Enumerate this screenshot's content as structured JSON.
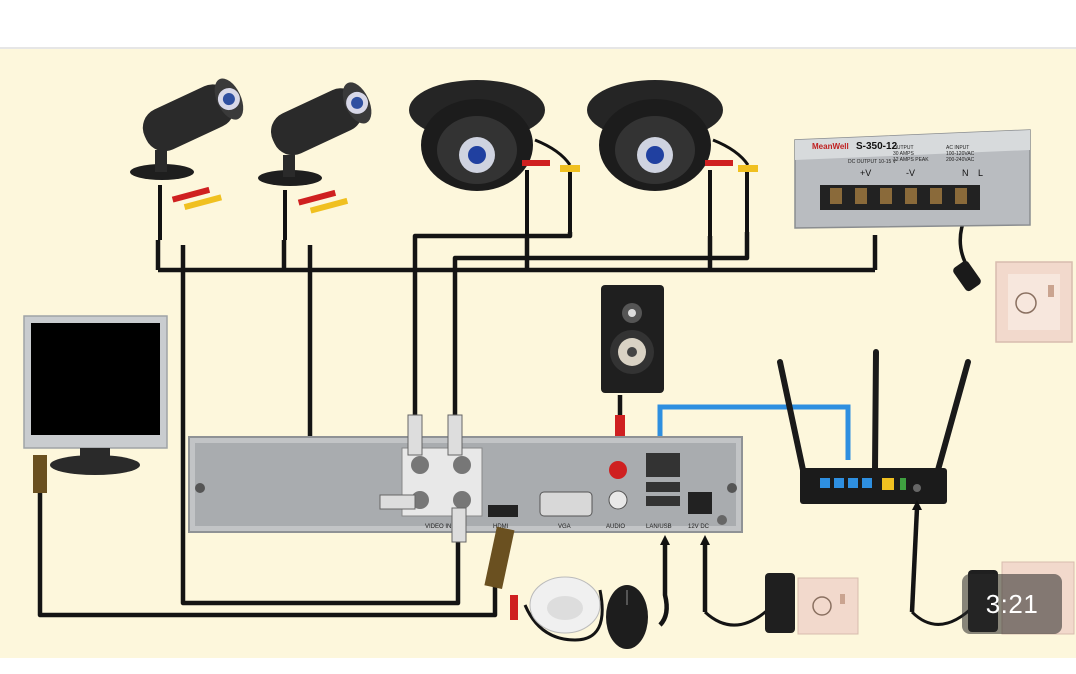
{
  "colors": {
    "panel_background": "#fdf7dc",
    "wire_black": "#141414",
    "ethernet_blue": "#2e8fe0",
    "power_red": "#cf2020",
    "signal_yellow": "#f0c020",
    "socket_pink": "#f2d9cc"
  },
  "icons": [
    "bullet-camera-icon",
    "dome-camera-icon",
    "power-supply-icon",
    "wall-socket-icon",
    "monitor-icon",
    "speaker-icon",
    "dvr-icon",
    "router-icon",
    "microphone-icon",
    "mouse-icon",
    "power-adapter-icon"
  ],
  "power_supply": {
    "brand": "MeanWell",
    "model": "S-350-12",
    "spec_left": "DC OUTPUT 10-15 V",
    "spec_mid_1": "OUTPUT",
    "spec_mid_2": "30 AMPS",
    "spec_mid_3": "12 AMPS PEAK",
    "spec_right_1": "AC INPUT",
    "spec_right_2": "100-120VAC",
    "spec_right_3": "200-240VAC",
    "term_plus": "+V",
    "term_minus": "-V",
    "term_n": "N",
    "term_l": "L"
  },
  "dvr": {
    "video_label": "VIDEO IN",
    "hdmi_label": "HDMI",
    "vga_label": "VGA",
    "audio_label": "AUDIO",
    "lan_label": "LAN/USB",
    "power_label": "12V DC"
  },
  "video": {
    "timestamp": "3:21"
  }
}
